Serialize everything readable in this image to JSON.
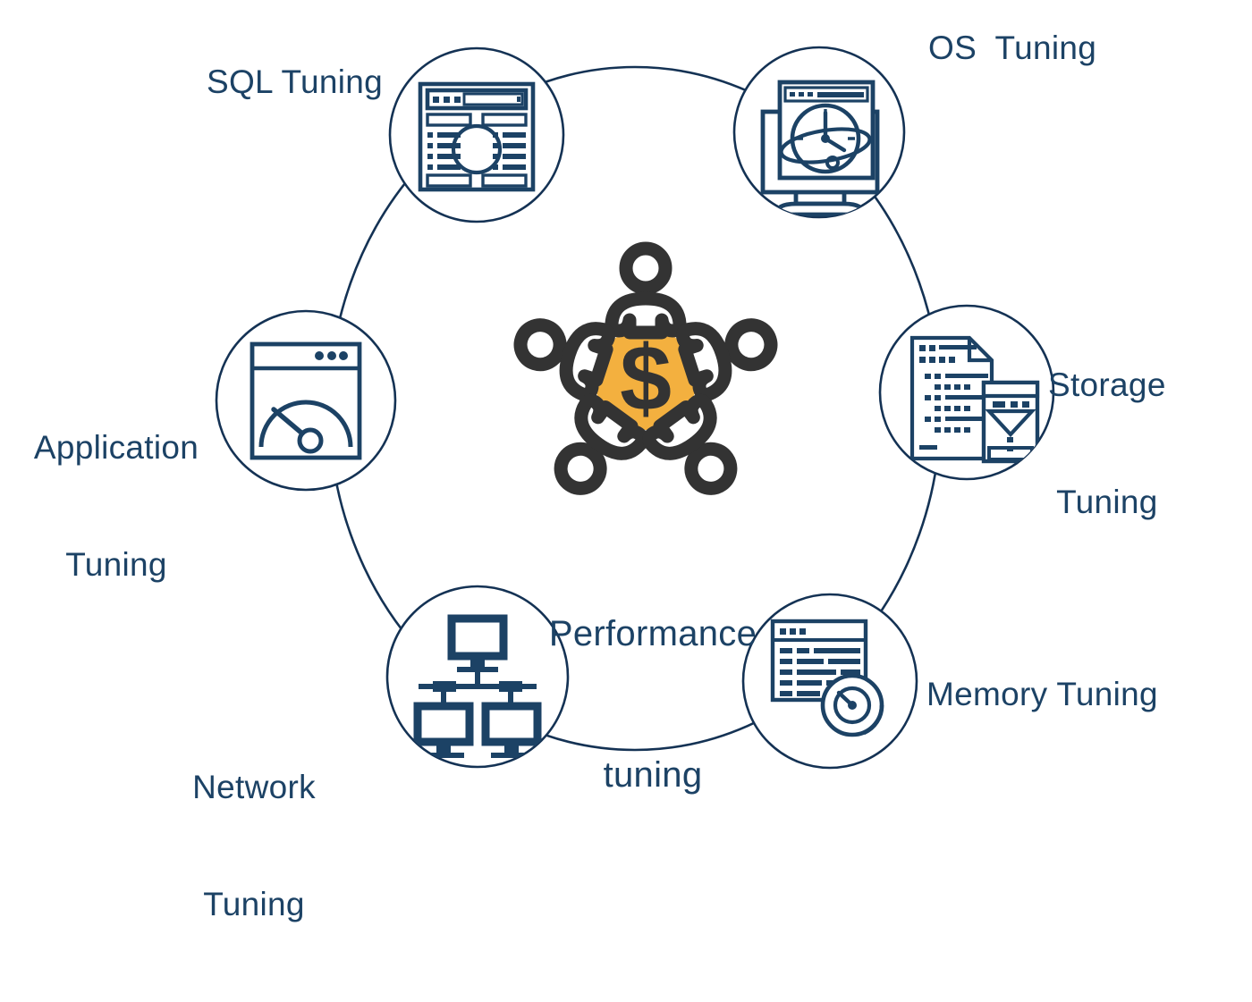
{
  "diagram": {
    "title": "Performance tuning",
    "center": {
      "label_line1": "Performance",
      "label_line2": "tuning",
      "icon": "team-around-dollar-coin-icon",
      "coin_color": "#F3B03F",
      "people_color": "#333333"
    },
    "colors": {
      "ink": "#1c4265",
      "accent": "#F3B03F",
      "dark": "#333333",
      "background": "#ffffff",
      "ring_stroke": "#143254"
    },
    "nodes": [
      {
        "id": "sql-tuning",
        "label": "SQL Tuning",
        "icon": "database-table-window-icon",
        "position": "top-left"
      },
      {
        "id": "os-tuning",
        "label": "OS  Tuning",
        "icon": "monitor-clock-globe-icon",
        "position": "top-right"
      },
      {
        "id": "storage-tuning",
        "label_line1": "Storage",
        "label_line2": "Tuning",
        "label": "Storage Tuning",
        "icon": "document-hourglass-icon",
        "position": "right"
      },
      {
        "id": "memory-tuning",
        "label": "Memory Tuning",
        "icon": "window-gauge-icon",
        "position": "bottom-right"
      },
      {
        "id": "network-tuning",
        "label_line1": "Network",
        "label_line2": "Tuning",
        "label": "Network Tuning",
        "icon": "network-monitors-icon",
        "position": "bottom-left"
      },
      {
        "id": "application-tuning",
        "label_line1": "Application",
        "label_line2": "Tuning",
        "label": "Application Tuning",
        "icon": "browser-speedometer-icon",
        "position": "left"
      }
    ]
  }
}
